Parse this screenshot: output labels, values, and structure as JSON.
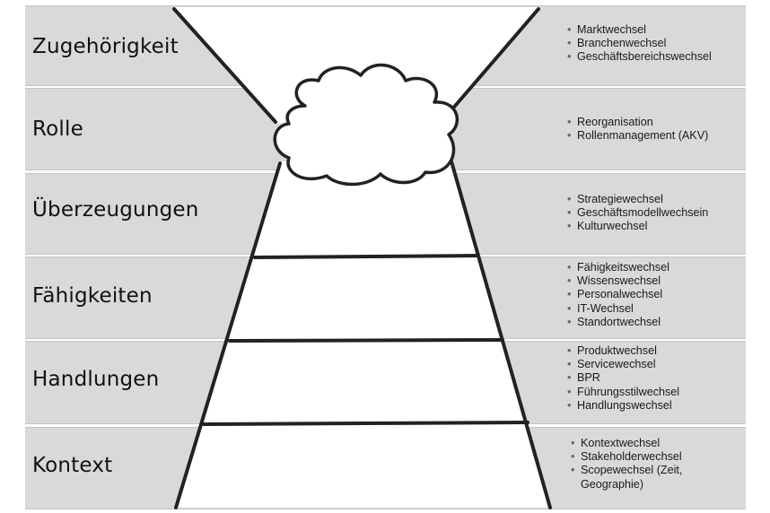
{
  "levels": [
    {
      "label": "Zugehörigkeit",
      "items": [
        "Marktwechsel",
        "Branchenwechsel",
        "Geschäftsbereichswechsel"
      ]
    },
    {
      "label": "Rolle",
      "items": [
        "Reorganisation",
        "Rollenmanagement (AKV)"
      ]
    },
    {
      "label": "Überzeugungen",
      "items": [
        "Strategiewechsel",
        "Geschäftsmodellwechsein",
        "Kulturwechsel"
      ]
    },
    {
      "label": "Fähigkeiten",
      "items": [
        "Fähigkeitswechsel",
        "Wissenswechsel",
        "Personalwechsel",
        "IT-Wechsel",
        "Standortwechsel"
      ]
    },
    {
      "label": "Handlungen",
      "items": [
        "Produktwechsel",
        "Servicewechsel",
        "BPR",
        "Führungsstilwechsel",
        "Handlungswechsel"
      ]
    },
    {
      "label": "Kontext",
      "items": [
        "Kontextwechsel",
        "Stakeholderwechsel",
        "Scopewechsel (Zeit,",
        "Geographie)"
      ]
    }
  ],
  "colors": {
    "band": "#d9d9d9",
    "ink": "#111111",
    "funnel_fill": "#ffffff"
  },
  "icons": {
    "bullet": "bullet-dot",
    "cloud": "cloud-icon"
  }
}
